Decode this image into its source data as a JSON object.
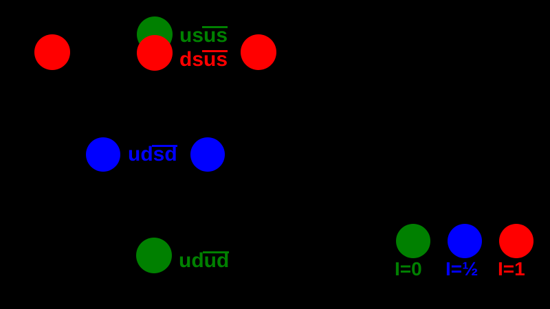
{
  "figure": {
    "background": "#000000",
    "description": "Tetraquark states diagram with isospin legend"
  },
  "colors": {
    "green": "#008000",
    "blue": "#0000ff",
    "red": "#ff0000"
  },
  "states": [
    {
      "name": "us-usbar",
      "label_main": "us",
      "label_bar": "us",
      "color_key": "green"
    },
    {
      "name": "ds-usbar",
      "label_main": "ds",
      "label_bar": "us",
      "color_key": "red"
    },
    {
      "name": "ud-sdbar",
      "label_main": "ud",
      "label_bar": "sd",
      "color_key": "blue"
    },
    {
      "name": "ud-udbar",
      "label_main": "ud",
      "label_bar": "ud",
      "color_key": "green"
    }
  ],
  "dots": [
    {
      "name": "state-dot-red-left",
      "color_key": "red"
    },
    {
      "name": "state-dot-green-top",
      "color_key": "green"
    },
    {
      "name": "state-dot-red-middle",
      "color_key": "red"
    },
    {
      "name": "state-dot-red-right",
      "color_key": "red"
    },
    {
      "name": "state-dot-blue-left",
      "color_key": "blue"
    },
    {
      "name": "state-dot-blue-right",
      "color_key": "blue"
    },
    {
      "name": "state-dot-green-bottom",
      "color_key": "green"
    }
  ],
  "legend": [
    {
      "label": "I=0",
      "color_key": "green"
    },
    {
      "label": "I=½",
      "color_key": "blue"
    },
    {
      "label": "I=1",
      "color_key": "red"
    }
  ]
}
